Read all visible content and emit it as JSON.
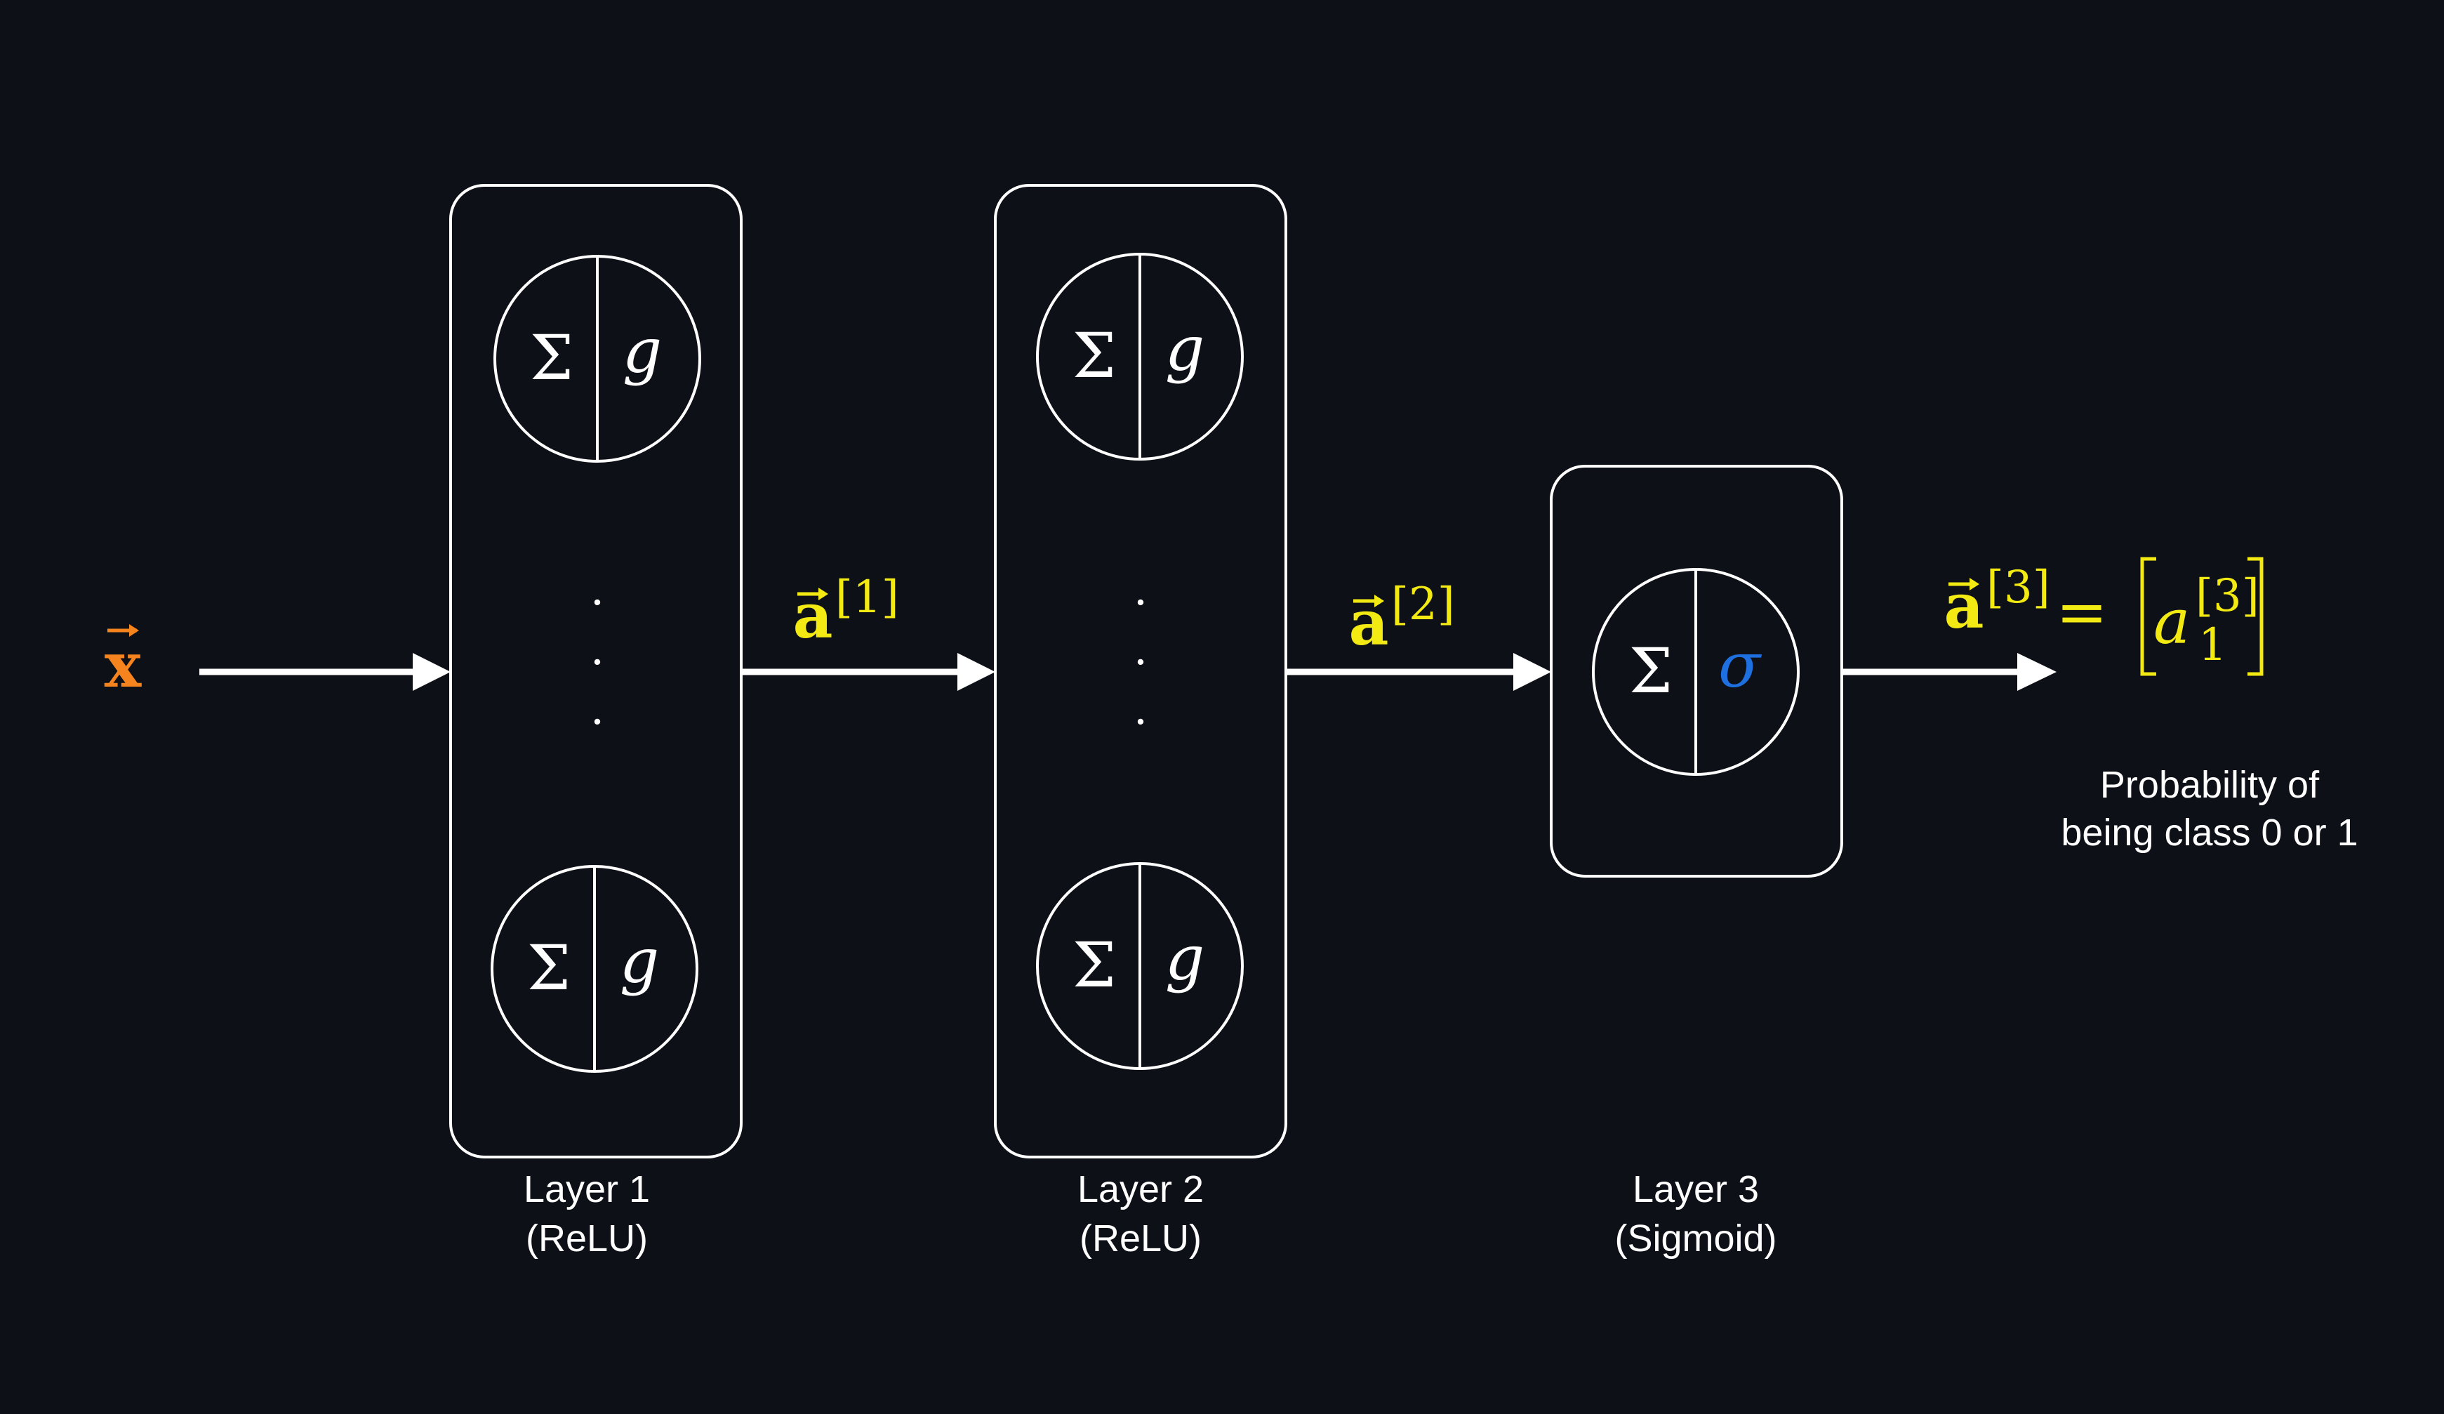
{
  "colors": {
    "background": "#0d1017",
    "stroke": "#ffffff",
    "input": "#f5841f",
    "activation": "#f2ea12",
    "sigma_output": "#1e6fe0",
    "text": "#ffffff"
  },
  "input": {
    "symbol": "x"
  },
  "layers": [
    {
      "label": "Layer 1",
      "activation": "(ReLU)",
      "neurons": [
        {
          "sum": "Σ",
          "func": "g"
        },
        {
          "sum": "Σ",
          "func": "g"
        }
      ]
    },
    {
      "label": "Layer 2",
      "activation": "(ReLU)",
      "neurons": [
        {
          "sum": "Σ",
          "func": "g"
        },
        {
          "sum": "Σ",
          "func": "g"
        }
      ]
    },
    {
      "label": "Layer 3",
      "activation": "(Sigmoid)",
      "neurons": [
        {
          "sum": "Σ",
          "func": "σ"
        }
      ]
    }
  ],
  "ellipsis": "·",
  "activations": [
    {
      "symbol": "a",
      "superscript": "[1]"
    },
    {
      "symbol": "a",
      "superscript": "[2]"
    }
  ],
  "output": {
    "symbol": "a",
    "superscript": "[3]",
    "equals": "=",
    "element": "a",
    "element_superscript": "[3]",
    "element_subscript": "1",
    "description_line1": "Probability of",
    "description_line2": "being class 0 or 1"
  }
}
